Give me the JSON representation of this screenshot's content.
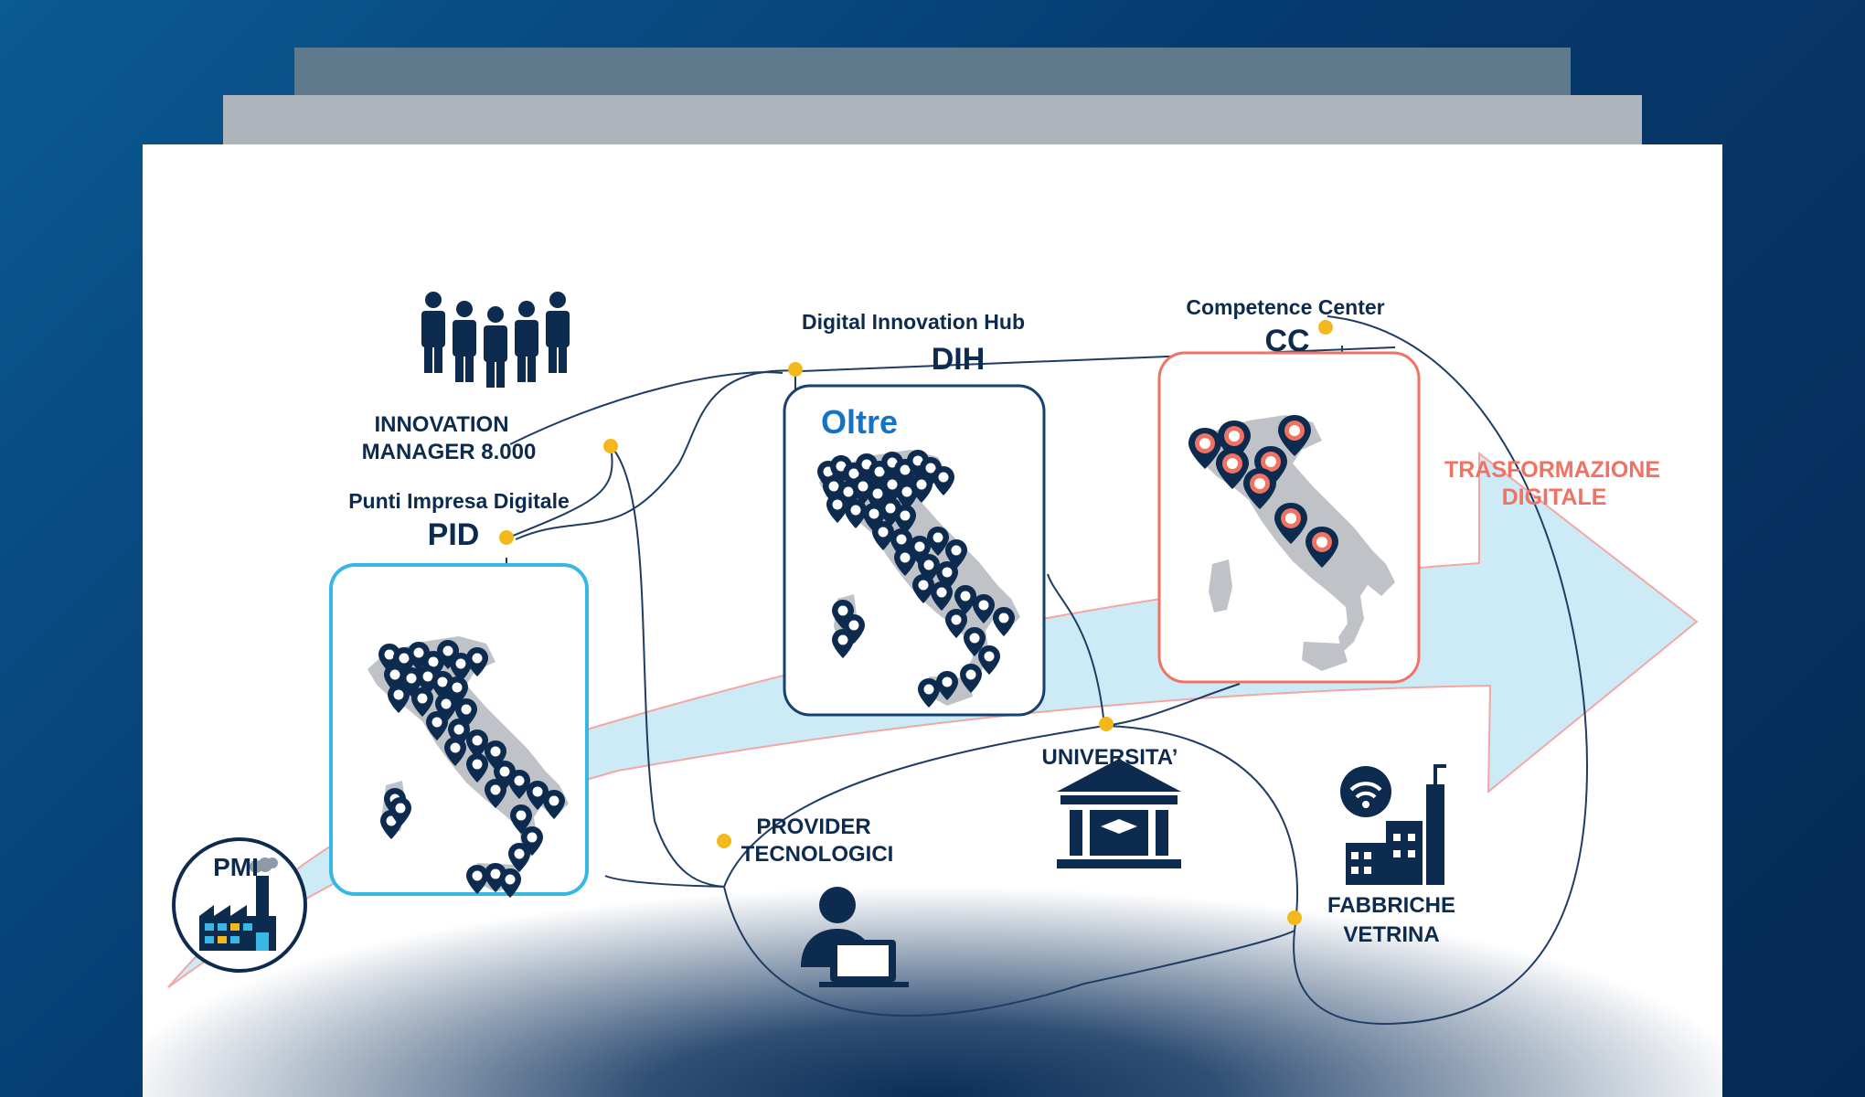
{
  "nodes": {
    "pmi": "PMI",
    "innovation_manager": {
      "line1": "INNOVATION",
      "line2": "MANAGER 8.000"
    },
    "pid": {
      "subtitle": "Punti Impresa Digitale",
      "abbr": "PID"
    },
    "dih": {
      "subtitle": "Digital Innovation Hub",
      "abbr": "DIH",
      "tag": "Oltre"
    },
    "cc": {
      "subtitle": "Competence Center",
      "abbr": "CC"
    },
    "trasformazione": {
      "line1": "TRASFORMAZIONE",
      "line2": "DIGITALE"
    },
    "universita": "UNIVERSITA’",
    "provider": {
      "line1": "PROVIDER",
      "line2": "TECNOLOGICI"
    },
    "fabbriche": {
      "line1": "FABBRICHE",
      "line2": "VETRINA"
    }
  },
  "colors": {
    "navy": "#0d2b4f",
    "arrow_fill": "#cdebf7",
    "arrow_stroke": "#f3a7a2",
    "pid_border": "#38b6e4",
    "dih_border": "#16406e",
    "cc_border": "#f07262",
    "dot": "#f2b81c",
    "accent_text": "#f07262",
    "oltre_text": "#1473c4"
  },
  "icons": [
    "people-group-icon",
    "factory-icon",
    "university-icon",
    "technician-laptop-icon",
    "smart-factory-icon",
    "map-pin-icon",
    "italy-map-icon"
  ]
}
